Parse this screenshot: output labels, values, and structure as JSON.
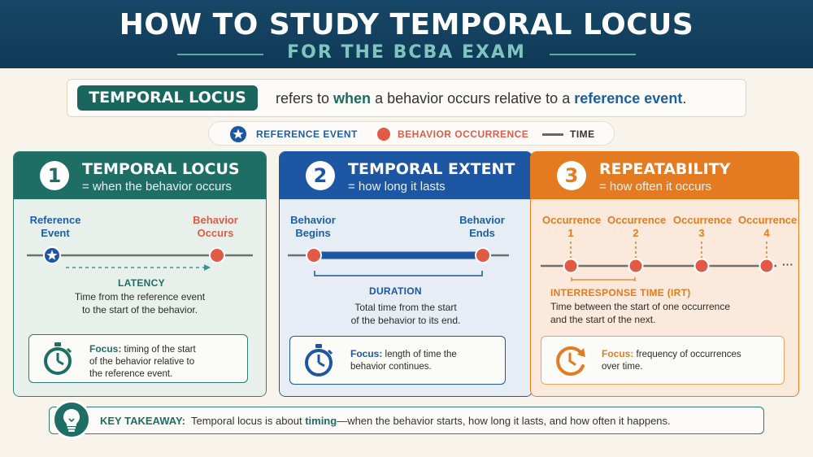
{
  "header": {
    "title": "HOW TO STUDY TEMPORAL LOCUS",
    "subtitle": "FOR THE BCBA EXAM"
  },
  "definition": {
    "term": "TEMPORAL LOCUS",
    "text_1": "refers to",
    "highlight_1": "when",
    "text_2": "a behavior occurs relative to a",
    "highlight_2": "reference event",
    "text_3": "."
  },
  "legend": {
    "reference": "REFERENCE EVENT",
    "behavior": "BEHAVIOR OCCURRENCE",
    "time": "TIME"
  },
  "panels": [
    {
      "number": "1",
      "title": "TEMPORAL LOCUS",
      "subtitle": "= when the behavior occurs",
      "left_label": "Reference\nEvent",
      "right_label": "Behavior\nOccurs",
      "caption": "LATENCY",
      "description": "Time from the reference event\nto the start of the behavior.",
      "focus_label": "Focus:",
      "focus_text_1": "timing of the start",
      "focus_text_2": "of the behavior relative to",
      "focus_text_3": "the reference event."
    },
    {
      "number": "2",
      "title": "TEMPORAL EXTENT",
      "subtitle": "= how long it lasts",
      "left_label": "Behavior\nBegins",
      "right_label": "Behavior\nEnds",
      "caption": "DURATION",
      "description": "Total time from the start\nof the behavior to its end.",
      "focus_label": "Focus:",
      "focus_text_1": "length of time the",
      "focus_text_2": "behavior continues."
    },
    {
      "number": "3",
      "title": "REPEATABILITY",
      "subtitle": "= how often it occurs",
      "occurrences": [
        {
          "label": "Occurrence",
          "num": "1"
        },
        {
          "label": "Occurrence",
          "num": "2"
        },
        {
          "label": "Occurrence",
          "num": "3"
        },
        {
          "label": "Occurrence",
          "num": "4"
        }
      ],
      "ellipsis": "···",
      "caption": "INTERRESPONSE TIME (IRT)",
      "description_1": "Time between the start of one occurrence",
      "description_2": "and the start of the next.",
      "focus_label": "Focus:",
      "focus_text_1": "frequency of occurrences",
      "focus_text_2": "over time."
    }
  ],
  "takeaway": {
    "label": "KEY TAKEAWAY:",
    "text_1": "Temporal locus is about",
    "highlight": "timing",
    "text_2": "—when the behavior starts, how long it lasts, and how often it happens."
  },
  "colors": {
    "teal": "#1e6e66",
    "blue": "#1d56a3",
    "orange": "#e57b20",
    "red": "#e15a45",
    "navy": "#0f3a57"
  }
}
